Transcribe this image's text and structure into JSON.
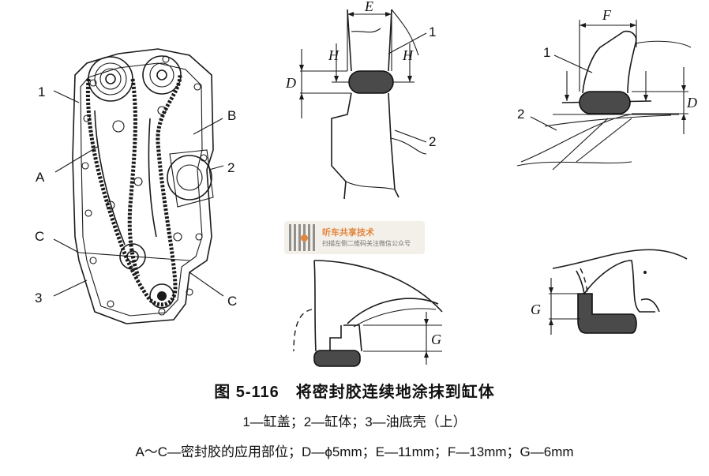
{
  "labels": {
    "left": {
      "n1": "1",
      "nA": "A",
      "nB": "B",
      "n2": "2",
      "nC1": "C",
      "nC2": "C",
      "n3": "3"
    },
    "detail_e": {
      "dim": "E",
      "h1": "H",
      "h2": "H",
      "d": "D",
      "n1": "1",
      "n2": "2"
    },
    "detail_f": {
      "dim": "F",
      "n1": "1",
      "n2": "2",
      "d": "D"
    },
    "detail_g1": {
      "g": "G"
    },
    "detail_g2": {
      "g": "G"
    }
  },
  "watermark": {
    "title": "听车共享技术",
    "subtitle": "扫描左侧二维码关注微信公众号"
  },
  "caption": {
    "title": "图 5-116　将密封胶连续地涂抹到缸体",
    "legend": "1—缸盖；2—缸体；3—油底壳（上）",
    "note": "A～C—密封胶的应用部位；D—ϕ5mm；E—11mm；F—13mm；G—6mm"
  },
  "colors": {
    "ink": "#1a1a1a",
    "sealant": "#4a4a4a",
    "watermark_accent": "#e07b2e"
  }
}
